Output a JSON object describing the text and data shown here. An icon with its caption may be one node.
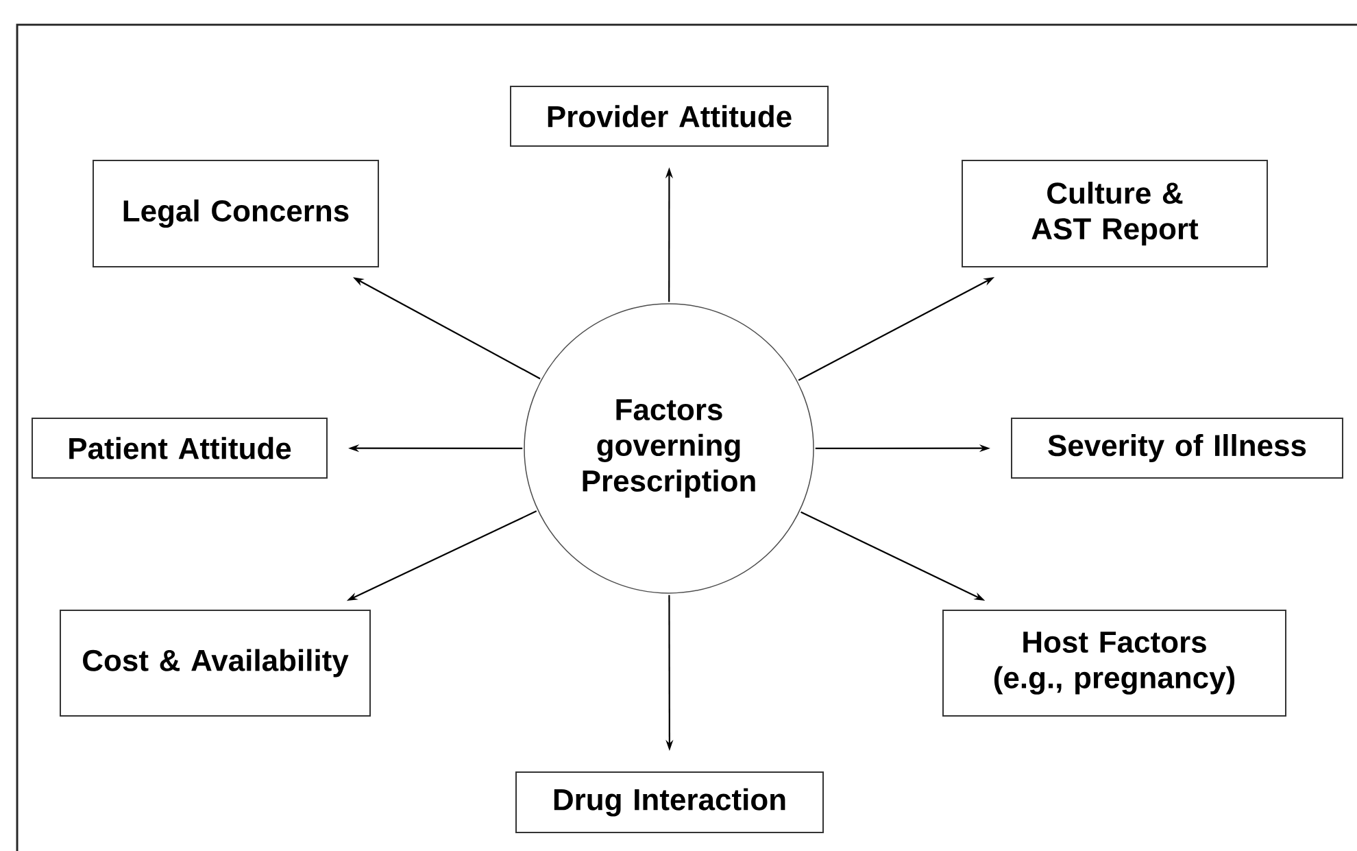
{
  "diagram": {
    "nodes": [
      {
        "text": [
          "Factors governing Prescription"
        ]
      },
      {
        "text": [
          "Provider Attitude"
        ]
      },
      {
        "text": [
          "Legal Concerns"
        ]
      },
      {
        "text": [
          "Culture & AST Report"
        ]
      },
      {
        "text": [
          "Patient Attitude"
        ]
      },
      {
        "text": [
          "Severity of Illness"
        ]
      },
      {
        "text": [
          "Cost & Availability"
        ]
      },
      {
        "text": [
          "Host Factors (e.g., pregnancy)"
        ]
      },
      {
        "text": [
          "Drug Interaction"
        ]
      }
    ],
    "edges": [
      {
        "from": 0,
        "to": 1,
        "arrow": "to"
      },
      {
        "from": 0,
        "to": 2,
        "arrow": "to"
      },
      {
        "from": 0,
        "to": 3,
        "arrow": "to"
      },
      {
        "from": 0,
        "to": 4,
        "arrow": "to"
      },
      {
        "from": 0,
        "to": 5,
        "arrow": "to"
      },
      {
        "from": 0,
        "to": 6,
        "arrow": "to"
      },
      {
        "from": 0,
        "to": 7,
        "arrow": "to"
      },
      {
        "from": 0,
        "to": 8,
        "arrow": "to"
      }
    ]
  }
}
